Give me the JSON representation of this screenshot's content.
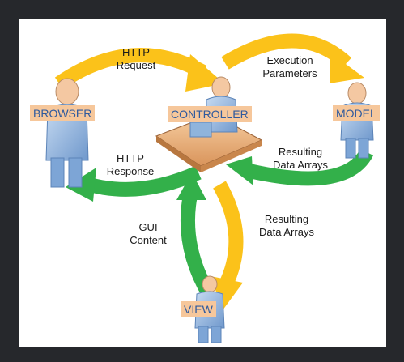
{
  "nodes": {
    "browser": "BROWSER",
    "controller": "CONTROLLER",
    "model": "MODEL",
    "view": "VIEW"
  },
  "flows": {
    "browser_to_controller": [
      "HTTP",
      "Request"
    ],
    "controller_to_model": [
      "Execution",
      "Parameters"
    ],
    "model_to_controller": [
      "Resulting",
      "Data Arrays"
    ],
    "controller_to_browser": [
      "HTTP",
      "Response"
    ],
    "controller_to_view": [
      "Resulting",
      "Data Arrays"
    ],
    "view_to_controller": [
      "GUI",
      "Content"
    ]
  },
  "colors": {
    "background": "#26282c",
    "canvas": "#ffffff",
    "yellow_arrow": "#fbc21a",
    "green_arrow": "#33b04a",
    "tag_fill": "#f6c79b",
    "tag_text": "#2f5a9e",
    "person": "#8cb2df"
  }
}
